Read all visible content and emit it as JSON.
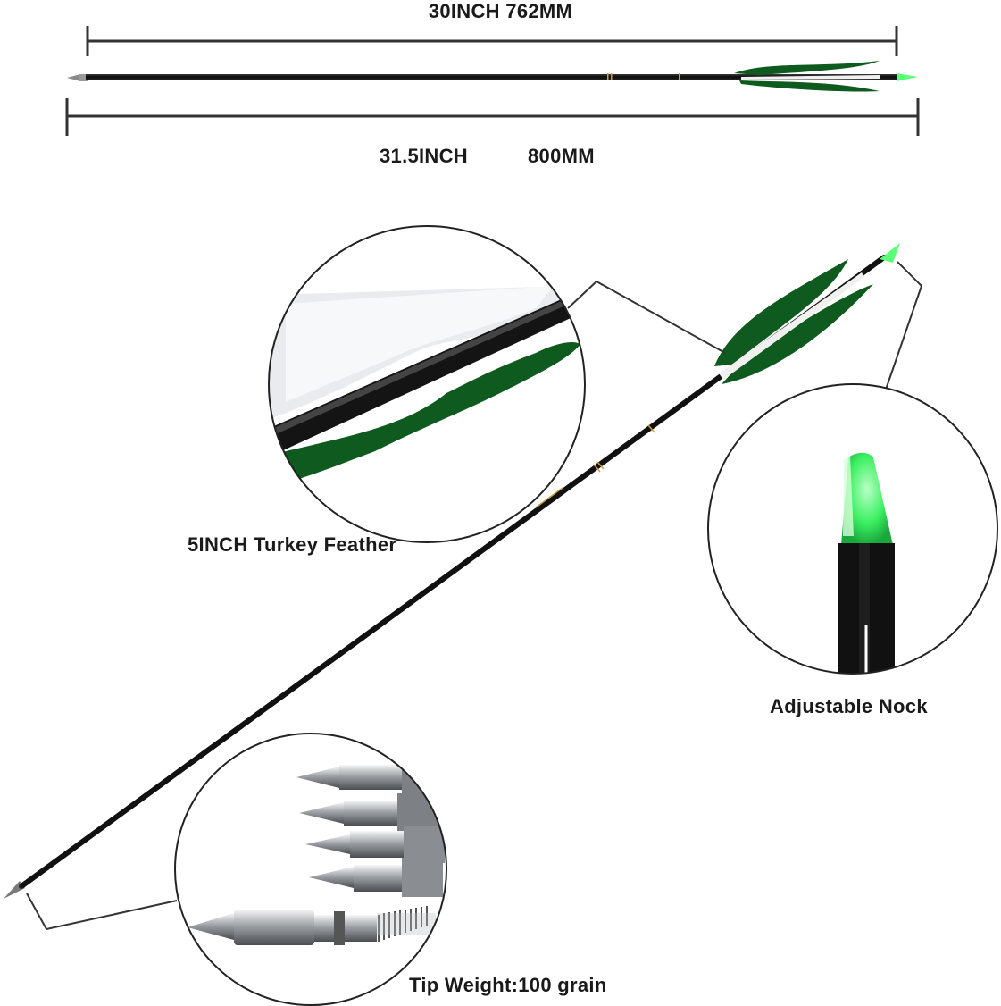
{
  "dimensions": {
    "inner_length": "30INCH 762MM",
    "overall_length_inch": "31.5INCH",
    "overall_length_mm": "800MM"
  },
  "callouts": {
    "feather": "5INCH Turkey Feather",
    "nock": "Adjustable Nock",
    "tip": "Tip Weight:100 grain"
  },
  "colors": {
    "shaft": "#111111",
    "fletching_green": "#0f5a1e",
    "vane_white": "#f2f2f2",
    "nock_green": "#4dff6a",
    "tip_silver": "#b9bcc0",
    "callout_line": "#333333"
  }
}
